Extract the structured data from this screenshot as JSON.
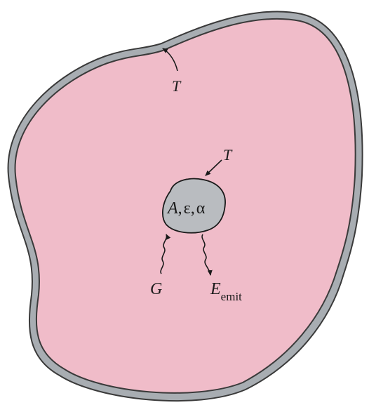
{
  "diagram": {
    "colors": {
      "enclosure_interior": "#f0bcc9",
      "enclosure_wall": "#a8adb2",
      "wall_outline": "#3a3a3a",
      "body_fill": "#b9bcc0",
      "ink": "#1a1a1a"
    },
    "labels": {
      "wall_temperature": "T",
      "body_temperature": "T",
      "body_area": "A",
      "body_emissivity": "ε",
      "body_absorptivity": "α",
      "separator": ",",
      "irradiation": "G",
      "emission_main": "E",
      "emission_sub": "emit"
    }
  }
}
